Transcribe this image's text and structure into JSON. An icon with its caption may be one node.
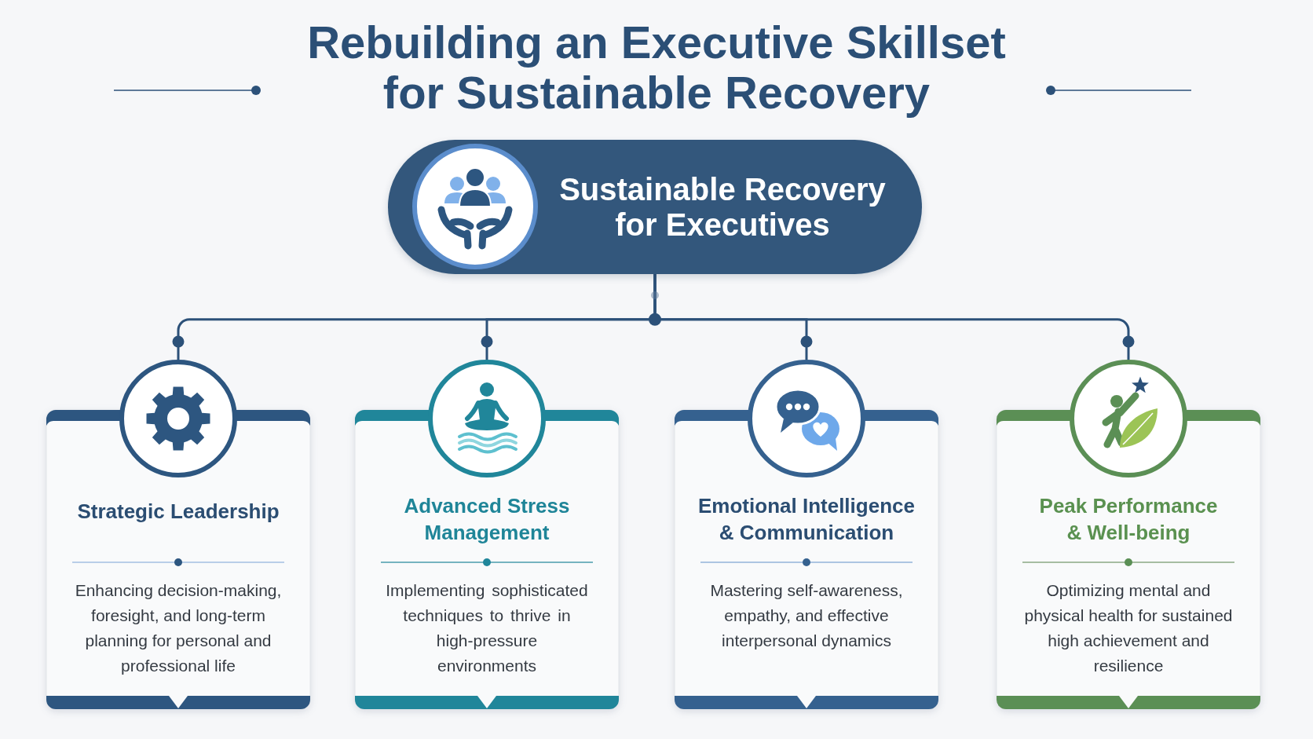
{
  "diagram": {
    "title": "Rebuilding an Executive Skillset for Sustainable Recovery",
    "nodes": [
      {
        "text": [
          "Sustainable Recovery for Executives"
        ]
      },
      {
        "text": [
          "Strategic Leadership",
          "Enhancing decision-making, foresight, and long-term planning for personal and professional life"
        ]
      },
      {
        "text": [
          "Advanced Stress Management",
          "Implementing sophisticated techniques to thrive in high-pressure environments"
        ]
      },
      {
        "text": [
          "Emotional Intelligence & Communication",
          "Mastering self-awareness, empathy, and effective interpersonal dynamics"
        ]
      },
      {
        "text": [
          "Peak Performance & Well-being",
          "Optimizing mental and physical health for sustained high achievement and resilience"
        ]
      }
    ],
    "edges": [
      {
        "from": 0,
        "to": 1,
        "arrow": "none"
      },
      {
        "from": 0,
        "to": 2,
        "arrow": "none"
      },
      {
        "from": 0,
        "to": 3,
        "arrow": "none"
      },
      {
        "from": 0,
        "to": 4,
        "arrow": "none"
      }
    ]
  }
}
